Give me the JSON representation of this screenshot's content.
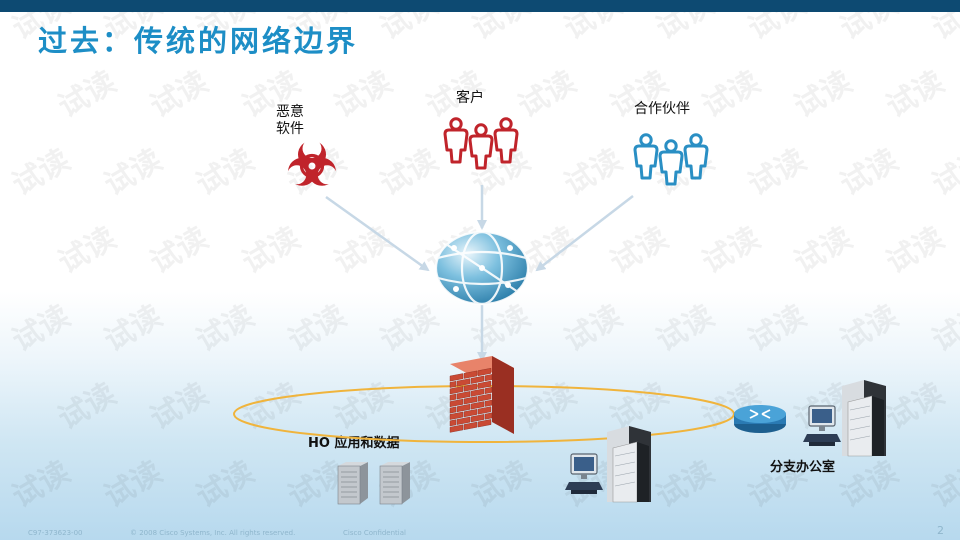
{
  "slide": {
    "title": "过去：传统的网络边界",
    "labels": {
      "malware_line1": "恶意",
      "malware_line2": "软件",
      "customers": "客户",
      "partners": "合作伙伴",
      "ho": "HO 应用和数据",
      "branch": "分支办公室"
    },
    "footer": {
      "doc_id": "C97-373623-00",
      "copyright": "© 2008 Cisco Systems, Inc. All rights reserved.",
      "confidential": "Cisco Confidential",
      "page": "2"
    },
    "watermark": "试读"
  },
  "colors": {
    "title": "#1d8ec6",
    "top_bar": "#0d4a72",
    "malware_red": "#c0242b",
    "customer_red": "#c0242b",
    "partner_blue": "#2a8fc4",
    "ring": "#f0b43c",
    "arrow": "#c7d8e6"
  }
}
